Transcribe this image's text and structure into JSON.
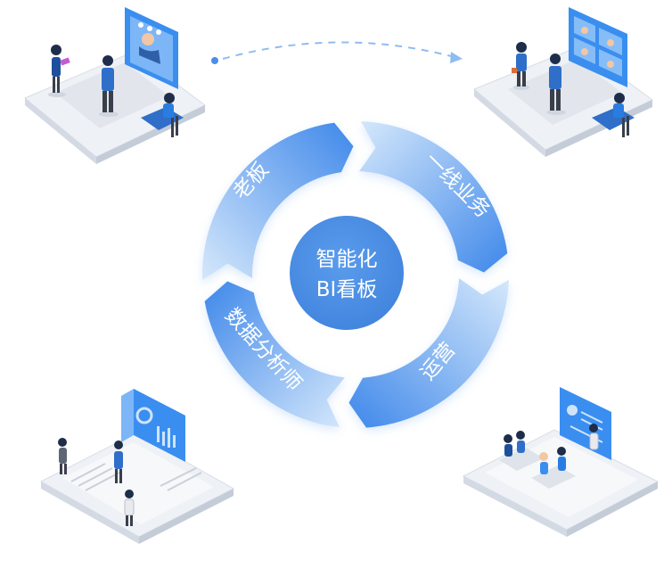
{
  "center": {
    "line1": "智能化",
    "line2": "BI看板"
  },
  "segments": [
    {
      "id": "boss",
      "label": "老板"
    },
    {
      "id": "frontline",
      "label": "一线业务"
    },
    {
      "id": "operations",
      "label": "运营"
    },
    {
      "id": "analyst",
      "label": "数据分析师"
    }
  ],
  "colors": {
    "center": "#4b8ee6",
    "arc_strong": "#3f88ea",
    "arc_light": "#d3e7fb",
    "screen": "#3a8ef0",
    "base": "#e9edf3"
  }
}
